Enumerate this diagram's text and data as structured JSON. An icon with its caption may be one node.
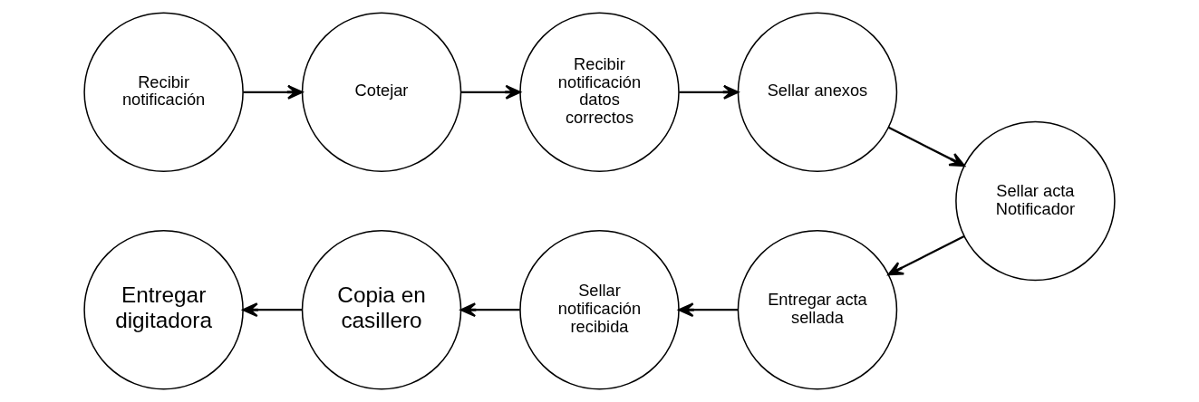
{
  "diagram": {
    "nodes": [
      {
        "text": [
          "Recibir notificación"
        ]
      },
      {
        "text": [
          "Cotejar"
        ]
      },
      {
        "text": [
          "Recibir notificación datos correctos"
        ]
      },
      {
        "text": [
          "Sellar anexos"
        ]
      },
      {
        "text": [
          "Sellar acta Notificador"
        ]
      },
      {
        "text": [
          "Entregar acta sellada"
        ]
      },
      {
        "text": [
          "Sellar notificación recibida"
        ]
      },
      {
        "text": [
          "Copia en casillero"
        ]
      },
      {
        "text": [
          "Entregar digitadora"
        ]
      }
    ],
    "edges": [
      {
        "from": 0,
        "to": 1,
        "arrow": "to"
      },
      {
        "from": 1,
        "to": 2,
        "arrow": "to"
      },
      {
        "from": 2,
        "to": 3,
        "arrow": "to"
      },
      {
        "from": 3,
        "to": 4,
        "arrow": "to"
      },
      {
        "from": 4,
        "to": 5,
        "arrow": "to"
      },
      {
        "from": 5,
        "to": 6,
        "arrow": "to"
      },
      {
        "from": 6,
        "to": 7,
        "arrow": "to"
      },
      {
        "from": 7,
        "to": 8,
        "arrow": "to"
      }
    ]
  }
}
